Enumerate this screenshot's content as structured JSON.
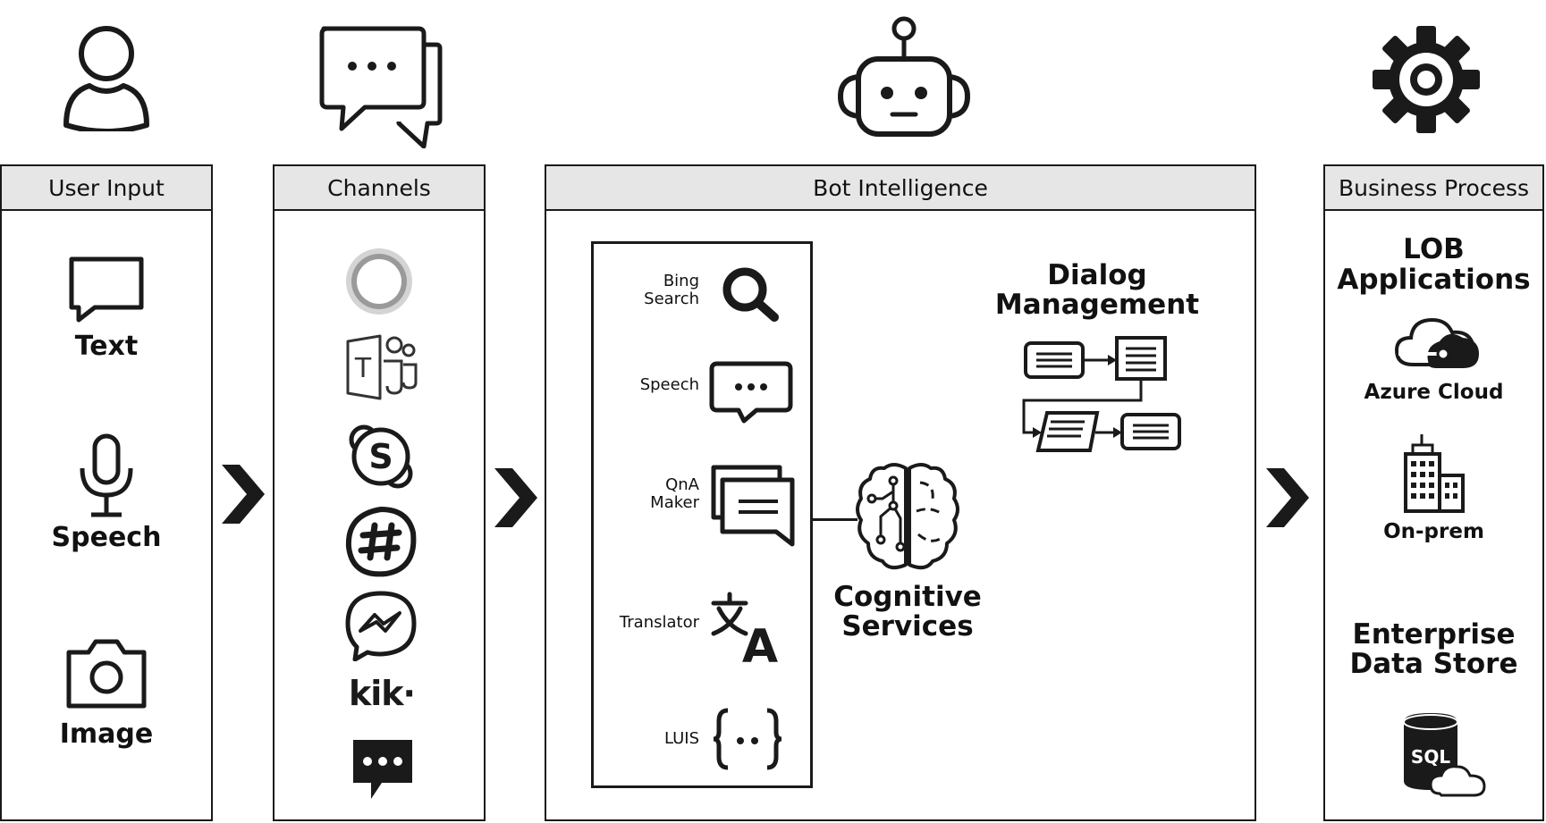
{
  "columns": {
    "user_input": {
      "header": "User Input",
      "items": [
        "Text",
        "Speech",
        "Image"
      ]
    },
    "channels": {
      "header": "Channels",
      "icons": [
        "cortana-icon",
        "teams-icon",
        "skype-icon",
        "slack-icon",
        "messenger-icon",
        "kik-icon",
        "sms-icon"
      ],
      "kik_text": "kik·"
    },
    "bot_intelligence": {
      "header": "Bot Intelligence",
      "services": [
        "Bing Search",
        "Speech",
        "QnA Maker",
        "Translator",
        "LUIS"
      ],
      "cognitive": "Cognitive Services",
      "dialog": "Dialog Management"
    },
    "business_process": {
      "header": "Business Process",
      "lob": "LOB Applications",
      "azure": "Azure Cloud",
      "onprem": "On-prem",
      "enterprise": "Enterprise Data Store",
      "sql": "SQL"
    }
  },
  "top_icons": [
    "user-icon",
    "chat-bubbles-icon",
    "robot-icon",
    "gear-icon"
  ]
}
